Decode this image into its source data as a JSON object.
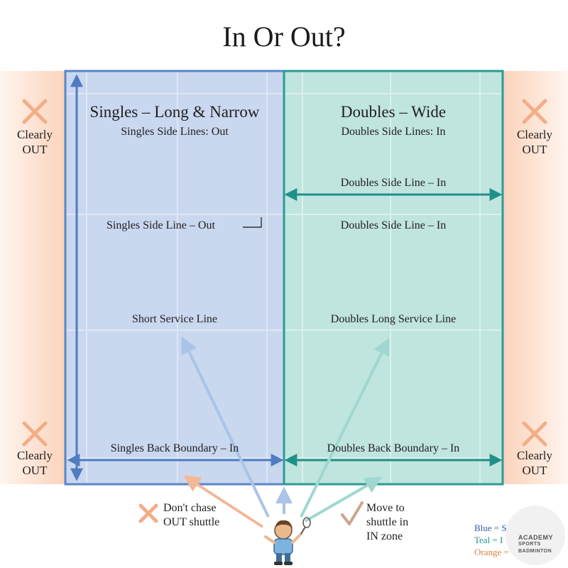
{
  "title": "In Or Out?",
  "singles": {
    "heading": "Singles – Long & Narrow",
    "subheading": "Singles Side Lines: Out",
    "side_line_label": "Singles Side Line – Out",
    "short_service_label": "Short Service Line",
    "back_boundary_label": "Singles Back Boundary – In"
  },
  "doubles": {
    "heading": "Doubles – Wide",
    "subheading": "Doubles Side Lines: In",
    "side_line_arrow_label": "Doubles Side Line – In",
    "side_line_label": "Doubles Side Line – In",
    "long_service_label": "Doubles Long Service Line",
    "back_boundary_label": "Doubles Back Boundary – In"
  },
  "out_zones": {
    "left_top": {
      "line1": "Clearly",
      "line2": "OUT"
    },
    "right_top": {
      "line1": "Clearly",
      "line2": "OUT"
    },
    "left_bottom": {
      "line1": "Clearly",
      "line2": "OUT"
    },
    "right_bottom": {
      "line1": "Clearly",
      "line2": "OUT"
    }
  },
  "notes": {
    "dont_chase": {
      "line1": "Don't chase",
      "line2": "OUT shuttle"
    },
    "move_to": {
      "line1": "Move to",
      "line2": "shuttle in",
      "line3": "IN zone"
    }
  },
  "legend": {
    "blue": "Blue = S",
    "teal": "Teal = I",
    "orange": "Orange ="
  },
  "logo": {
    "line1": "ACADEMY",
    "line2": "SPORTS BADMINTON"
  },
  "colors": {
    "singles_fill": "#c8d6ef",
    "singles_border": "#5b86c8",
    "doubles_fill": "#bfe3dd",
    "doubles_border": "#2a9d94",
    "out_zone": "#fbd8c3",
    "x_mark": "#f3ad87",
    "check_mark": "#c9a58e"
  }
}
